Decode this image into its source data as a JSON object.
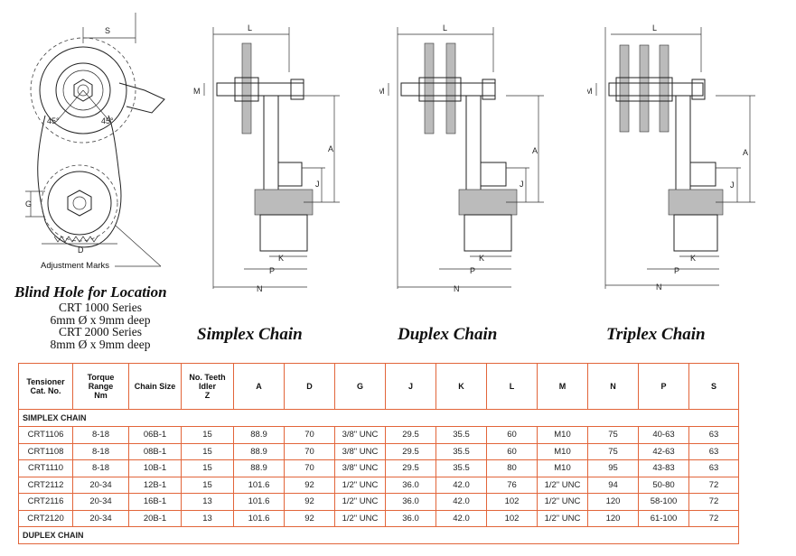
{
  "figure": {
    "blind_hole_title": "Blind Hole for Location",
    "blind_hole_lines": [
      "CRT 1000 Series",
      "6mm Ø x 9mm deep",
      "CRT 2000 Series",
      "8mm Ø x 9mm deep"
    ],
    "adjustment_label": "Adjustment Marks",
    "captions": {
      "simplex": "Simplex Chain",
      "duplex": "Duplex Chain",
      "triplex": "Triplex Chain"
    },
    "dims": {
      "S": "S",
      "G": "G",
      "D": "D",
      "deg45a": "45°",
      "deg45b": "45°",
      "L": "L",
      "M": "M",
      "A": "A",
      "J": "J",
      "K": "K",
      "P": "P",
      "N": "N"
    }
  },
  "table": {
    "headers": [
      "Tensioner\nCat. No.",
      "Torque\nRange\nNm",
      "Chain Size",
      "No. Teeth\nIdler\nZ",
      "A",
      "D",
      "G",
      "J",
      "K",
      "L",
      "M",
      "N",
      "P",
      "S"
    ],
    "sections": [
      {
        "title": "SIMPLEX CHAIN",
        "rows": [
          [
            "CRT1106",
            "8-18",
            "06B-1",
            "15",
            "88.9",
            "70",
            "3/8\" UNC",
            "29.5",
            "35.5",
            "60",
            "M10",
            "75",
            "40-63",
            "63"
          ],
          [
            "CRT1108",
            "8-18",
            "08B-1",
            "15",
            "88.9",
            "70",
            "3/8\" UNC",
            "29.5",
            "35.5",
            "60",
            "M10",
            "75",
            "42-63",
            "63"
          ],
          [
            "CRT1110",
            "8-18",
            "10B-1",
            "15",
            "88.9",
            "70",
            "3/8\" UNC",
            "29.5",
            "35.5",
            "80",
            "M10",
            "95",
            "43-83",
            "63"
          ],
          [
            "CRT2112",
            "20-34",
            "12B-1",
            "15",
            "101.6",
            "92",
            "1/2\" UNC",
            "36.0",
            "42.0",
            "76",
            "1/2\" UNC",
            "94",
            "50-80",
            "72"
          ],
          [
            "CRT2116",
            "20-34",
            "16B-1",
            "13",
            "101.6",
            "92",
            "1/2\" UNC",
            "36.0",
            "42.0",
            "102",
            "1/2\" UNC",
            "120",
            "58-100",
            "72"
          ],
          [
            "CRT2120",
            "20-34",
            "20B-1",
            "13",
            "101.6",
            "92",
            "1/2\" UNC",
            "36.0",
            "42.0",
            "102",
            "1/2\" UNC",
            "120",
            "61-100",
            "72"
          ]
        ]
      },
      {
        "title": "DUPLEX CHAIN",
        "rows": []
      }
    ]
  }
}
